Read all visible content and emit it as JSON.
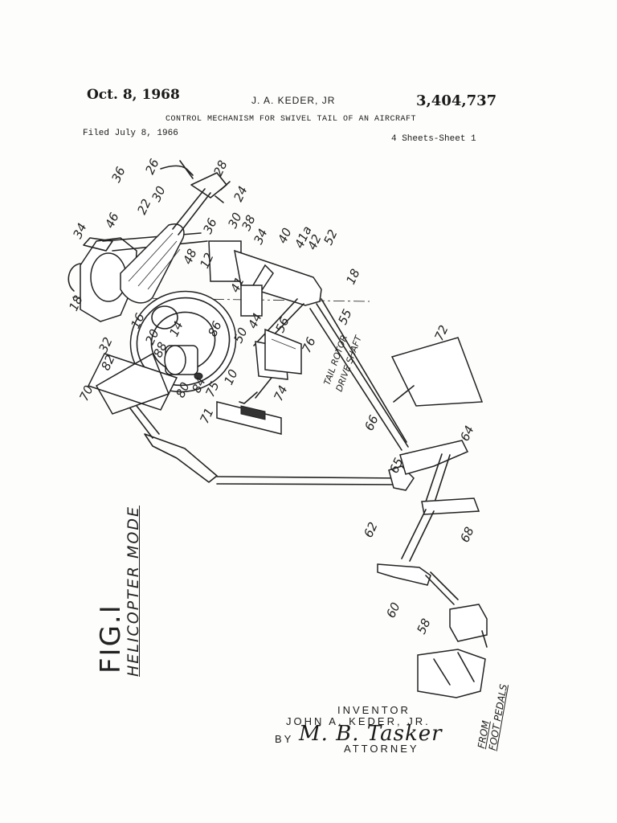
{
  "header": {
    "date": "Oct. 8, 1968",
    "inventor": "J. A. KEDER, JR",
    "patent_number": "3,404,737",
    "title": "CONTROL MECHANISM FOR SWIVEL TAIL OF AN AIRCRAFT",
    "filed": "Filed July 8, 1966",
    "sheets": "4 Sheets-Sheet 1"
  },
  "figure": {
    "label": "FIG.I",
    "mode": "HELICOPTER MODE",
    "drive_shaft_label_line1": "TAIL ROTOR",
    "drive_shaft_label_line2": "DRIVE SHAFT",
    "from_label_line1": "FROM",
    "from_label_line2": "FOOT PEDALS"
  },
  "reference_numerals": {
    "n10": "10",
    "n12": "12",
    "n14": "14",
    "n16": "16",
    "n18a": "18",
    "n18b": "18",
    "n20": "20",
    "n22": "22",
    "n24": "24",
    "n26": "26",
    "n28": "28",
    "n30a": "30",
    "n30b": "30",
    "n32": "32",
    "n34a": "34",
    "n34b": "34",
    "n36a": "36",
    "n36b": "36",
    "n38": "38",
    "n40": "40",
    "n41": "41",
    "n41a": "41a",
    "n42": "42",
    "n44": "44",
    "n46": "46",
    "n48": "48",
    "n50": "50",
    "n52": "52",
    "n55": "55",
    "n56": "56",
    "n58": "58",
    "n60": "60",
    "n62": "62",
    "n64": "64",
    "n65": "65",
    "n66": "66",
    "n68": "68",
    "n70": "70",
    "n71": "71",
    "n72": "72",
    "n74": "74",
    "n75": "75",
    "n76": "76",
    "n80": "80",
    "n82": "82",
    "n84": "84",
    "n86": "86",
    "n88": "88"
  },
  "signature_block": {
    "inventor_label": "INVENTOR",
    "inventor_name": "JOHN A. KEDER, JR.",
    "by": "BY",
    "signature": "M. B. Tasker",
    "attorney_label": "ATTORNEY"
  }
}
